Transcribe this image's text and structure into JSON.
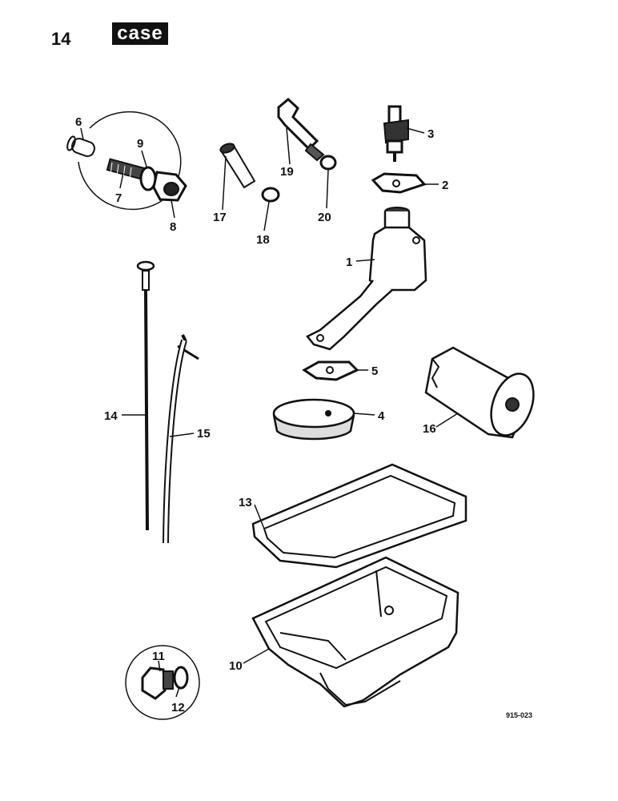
{
  "page_number": "14",
  "brand_logo": "case",
  "figure_ref": "915-023",
  "callouts": {
    "c1": "1",
    "c2": "2",
    "c3": "3",
    "c4": "4",
    "c5": "5",
    "c6": "6",
    "c7": "7",
    "c8": "8",
    "c9": "9",
    "c10": "10",
    "c11": "11",
    "c12": "12",
    "c13": "13",
    "c14": "14",
    "c15": "15",
    "c16": "16",
    "c17": "17",
    "c18": "18",
    "c19": "19",
    "c20": "20"
  }
}
